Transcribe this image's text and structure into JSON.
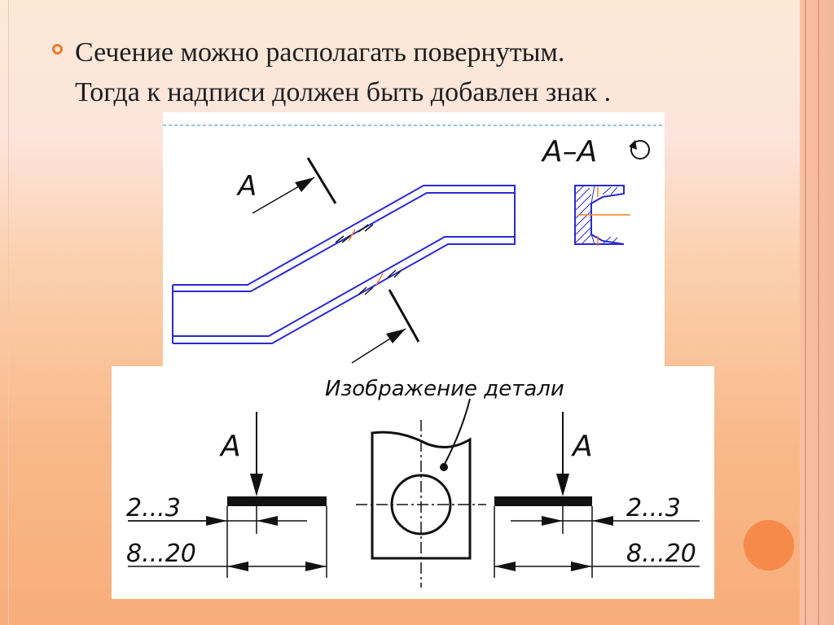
{
  "slide": {
    "line1": "Сечение можно располагать повернутым.",
    "line2": "Тогда к надписи должен быть добавлен знак ."
  },
  "top_drawing": {
    "section_title": "А–А",
    "cut_label_top": "А"
  },
  "bottom_drawing": {
    "caption": "Изображение детали",
    "label_left": "А",
    "label_right": "А",
    "dim_small_left": "2...3",
    "dim_large_left": "8...20",
    "dim_small_right": "2...3",
    "dim_large_right": "8...20"
  },
  "colors": {
    "accent": "#f07a2a",
    "drawing_blue": "#2a2ad0",
    "centerline_orange": "#f0802a"
  }
}
